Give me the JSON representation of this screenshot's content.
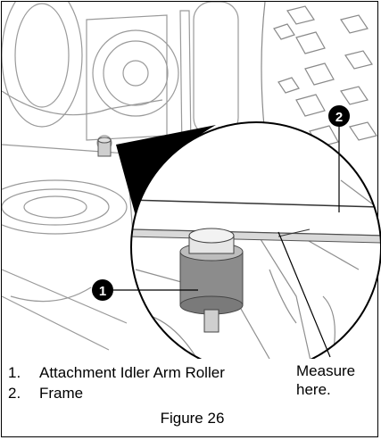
{
  "figure": {
    "callouts": [
      {
        "number": "1",
        "label": "Attachment Idler Arm Roller"
      },
      {
        "number": "2",
        "label": "Frame"
      }
    ],
    "legend": [
      {
        "num": "1.",
        "text": "Attachment Idler Arm Roller"
      },
      {
        "num": "2.",
        "text": "Frame"
      }
    ],
    "measure_note": {
      "line1": "Measure",
      "line2": "here."
    },
    "caption": "Figure 26"
  }
}
